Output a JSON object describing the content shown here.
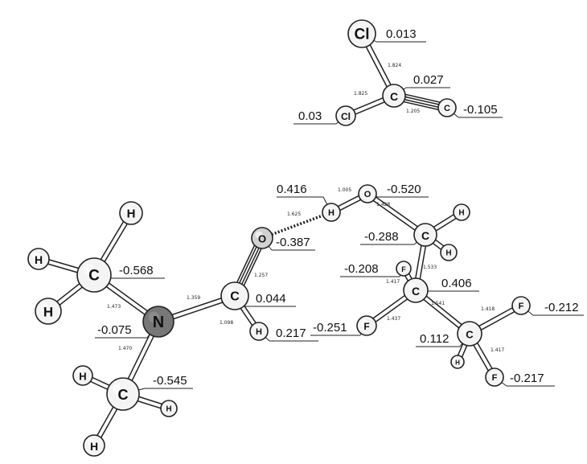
{
  "atoms": {
    "cl_top": {
      "symbol": "Cl",
      "charge": "0.013"
    },
    "c_vinyl": {
      "symbol": "C",
      "charge": "0.027"
    },
    "cl_left": {
      "symbol": "Cl",
      "charge": "0.03"
    },
    "c_terminal": {
      "symbol": "C",
      "charge": "-0.105"
    },
    "h_nme_top": {
      "symbol": "H"
    },
    "h_nme_left": {
      "symbol": "H"
    },
    "c_nme_upper": {
      "symbol": "C",
      "charge": "-0.568"
    },
    "h_nme_lower": {
      "symbol": "H"
    },
    "n_amide": {
      "symbol": "N",
      "charge": "-0.075"
    },
    "c_carbonyl": {
      "symbol": "C",
      "charge": "0.044"
    },
    "o_carbonyl": {
      "symbol": "O",
      "charge": "-0.387"
    },
    "h_formyl": {
      "symbol": "H",
      "charge": "0.217"
    },
    "h_hbond": {
      "symbol": "H",
      "charge": "0.416"
    },
    "o_alcohol": {
      "symbol": "O",
      "charge": "-0.520"
    },
    "c_ch2": {
      "symbol": "C",
      "charge": "-0.288"
    },
    "h_ch2_top": {
      "symbol": "H"
    },
    "h_ch2_bottom": {
      "symbol": "H"
    },
    "f_upper": {
      "symbol": "F",
      "charge": "-0.208"
    },
    "c_cf": {
      "symbol": "C",
      "charge": "0.406"
    },
    "f_left": {
      "symbol": "F",
      "charge": "-0.251"
    },
    "c_cf2h": {
      "symbol": "C",
      "charge": "0.112"
    },
    "f_right_top": {
      "symbol": "F",
      "charge": "-0.212"
    },
    "f_right_bottom": {
      "symbol": "F",
      "charge": "-0.217"
    },
    "h_cf2h": {
      "symbol": "H"
    },
    "c_nme_lower": {
      "symbol": "C",
      "charge": "-0.545"
    },
    "h_bottom_left_top": {
      "symbol": "H"
    },
    "h_bottom_right": {
      "symbol": "H"
    },
    "h_bottom_bottom": {
      "symbol": "H"
    }
  },
  "bond_lengths": {
    "cl_top_c_vinyl": "1.824",
    "cl_left_c_vinyl": "1.825",
    "c_vinyl_c_terminal": "1.205",
    "h_hbond_o_alcohol": "1.005",
    "o_alcohol_c_ch2": "1.428",
    "o_carbonyl_h_hbond": "1.625",
    "c_carbonyl_o_carbonyl": "1.257",
    "n_c_carbonyl": "1.359",
    "c_carbonyl_h_formyl": "1.098",
    "c_nme_upper_n": "1.473",
    "n_c_nme_lower": "1.470",
    "c_ch2_c_cf": "1.533",
    "f_upper_c_cf": "1.417",
    "f_left_c_cf": "1.437",
    "c_cf_c_cf2h": "1.541",
    "c_cf2h_f_right_top": "1.418",
    "c_cf2h_f_right_bottom": "1.417"
  },
  "colors": {
    "atom_fill": "#f4f4f4",
    "nitrogen_fill": "#777777",
    "oxygen_fill": "#d2d2d2",
    "bond_stroke": "#222222",
    "text": "#111111"
  }
}
